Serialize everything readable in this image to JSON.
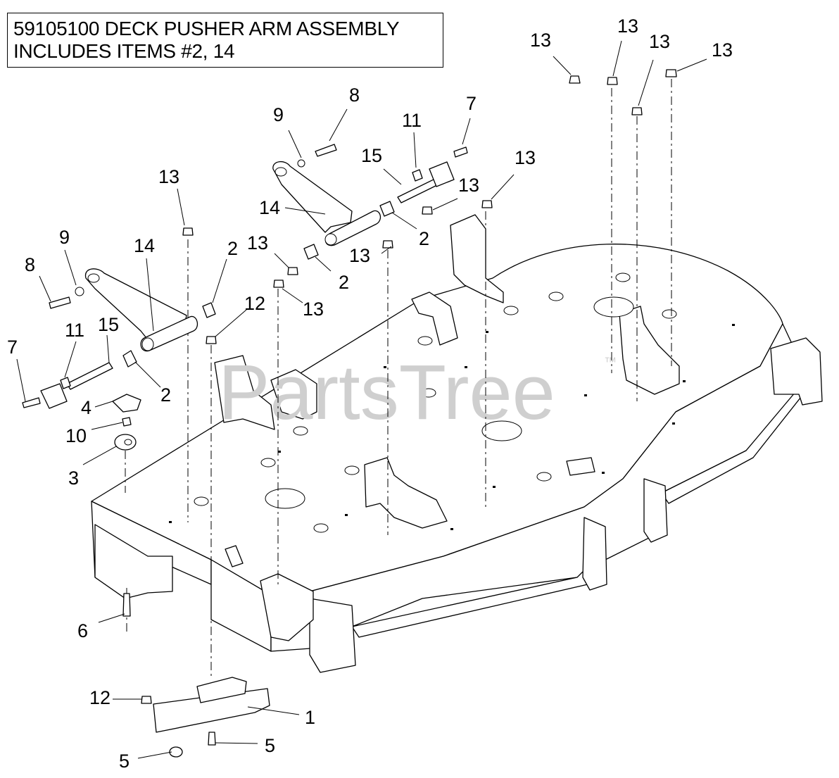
{
  "header": {
    "line1": "59105100 DECK PUSHER ARM ASSEMBLY",
    "line2": "INCLUDES ITEMS #2, 14"
  },
  "watermark": {
    "text": "PartsTree",
    "mark": "™"
  },
  "callouts": [
    {
      "label": "13"
    },
    {
      "label": "13"
    },
    {
      "label": "13"
    },
    {
      "label": "13"
    },
    {
      "label": "8"
    },
    {
      "label": "9"
    },
    {
      "label": "7"
    },
    {
      "label": "11"
    },
    {
      "label": "15"
    },
    {
      "label": "13"
    },
    {
      "label": "13"
    },
    {
      "label": "13"
    },
    {
      "label": "14"
    },
    {
      "label": "2"
    },
    {
      "label": "13"
    },
    {
      "label": "2"
    },
    {
      "label": "9"
    },
    {
      "label": "14"
    },
    {
      "label": "2"
    },
    {
      "label": "8"
    },
    {
      "label": "13"
    },
    {
      "label": "13"
    },
    {
      "label": "12"
    },
    {
      "label": "11"
    },
    {
      "label": "15"
    },
    {
      "label": "7"
    },
    {
      "label": "2"
    },
    {
      "label": "4"
    },
    {
      "label": "10"
    },
    {
      "label": "3"
    },
    {
      "label": "6"
    },
    {
      "label": "12"
    },
    {
      "label": "1"
    },
    {
      "label": "5"
    },
    {
      "label": "5"
    }
  ],
  "colors": {
    "ink": "#000000",
    "watermark": "#cfcfcf",
    "background": "#ffffff"
  }
}
